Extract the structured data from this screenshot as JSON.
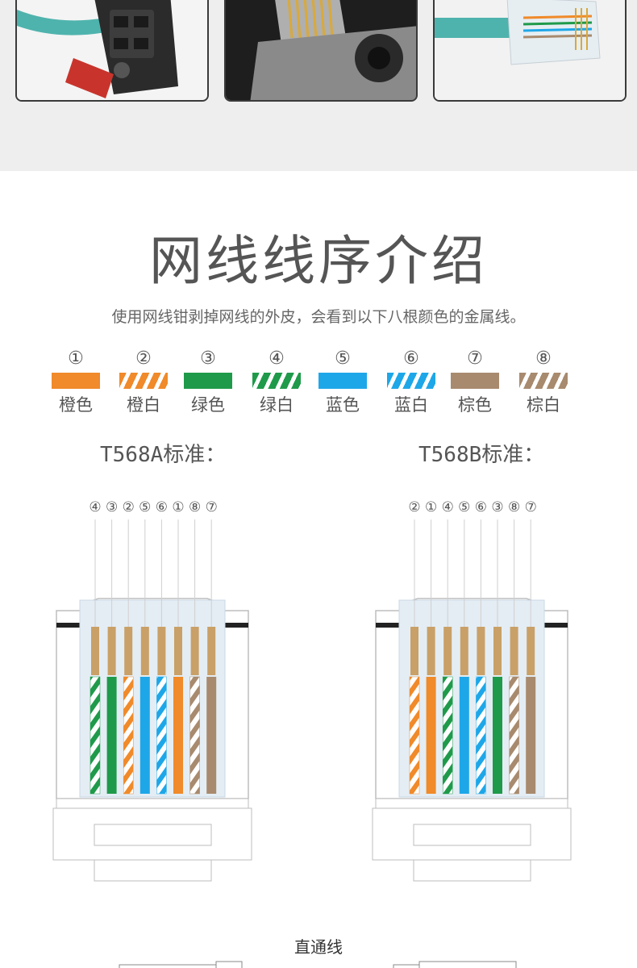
{
  "heading": {
    "title": "网线线序介绍",
    "subtitle": "使用网线钳剥掉网线的外皮，会看到以下八根颜色的金属线。"
  },
  "legend": [
    {
      "num": "①",
      "name": "橙色",
      "color": "#f08a2a",
      "striped": false
    },
    {
      "num": "②",
      "name": "橙白",
      "color": "#f08a2a",
      "striped": true
    },
    {
      "num": "③",
      "name": "绿色",
      "color": "#1f9a4a",
      "striped": false
    },
    {
      "num": "④",
      "name": "绿白",
      "color": "#1f9a4a",
      "striped": true
    },
    {
      "num": "⑤",
      "name": "蓝色",
      "color": "#1ea7e8",
      "striped": false
    },
    {
      "num": "⑥",
      "name": "蓝白",
      "color": "#1ea7e8",
      "striped": true
    },
    {
      "num": "⑦",
      "name": "棕色",
      "color": "#a88a6e",
      "striped": false
    },
    {
      "num": "⑧",
      "name": "棕白",
      "color": "#a88a6e",
      "striped": true
    }
  ],
  "standards": {
    "a": {
      "title": "T568A标准：",
      "order": [
        4,
        3,
        2,
        5,
        6,
        1,
        8,
        7
      ]
    },
    "b": {
      "title": "T568B标准：",
      "order": [
        2,
        1,
        4,
        5,
        6,
        3,
        8,
        7
      ]
    }
  },
  "bottom": {
    "label": "直通线"
  }
}
